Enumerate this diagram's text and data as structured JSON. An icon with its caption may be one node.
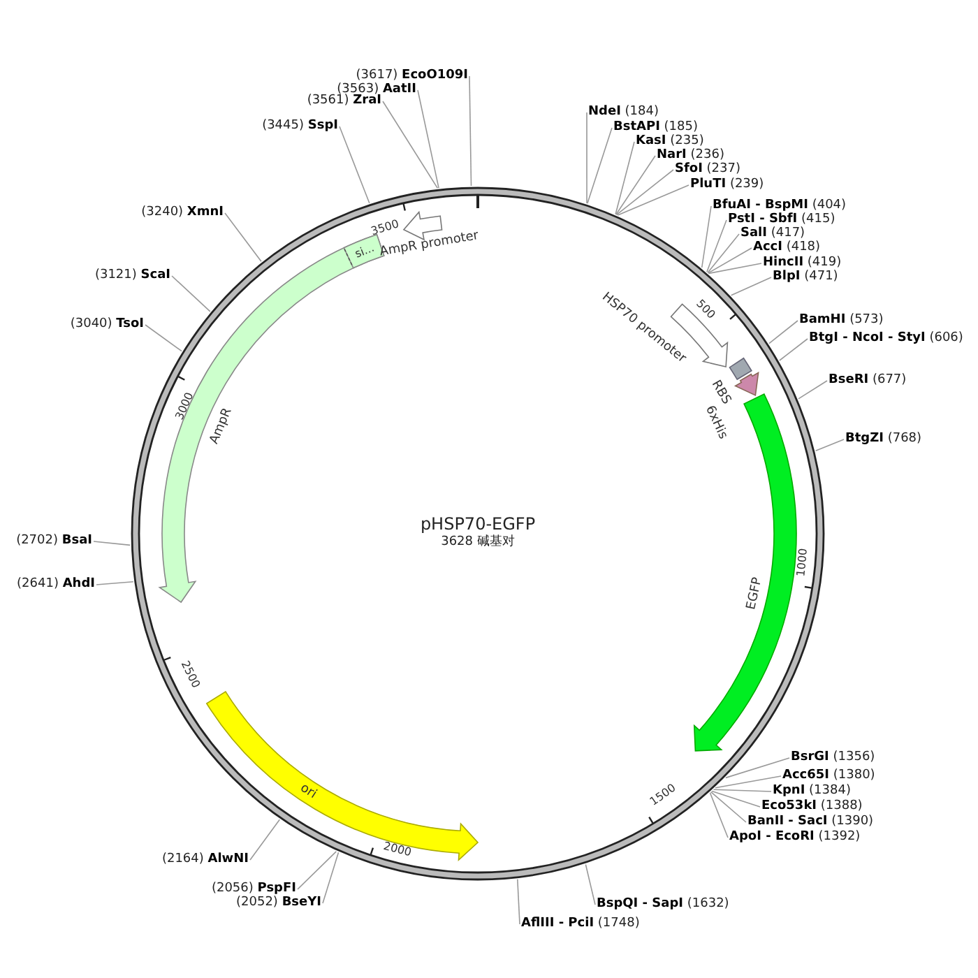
{
  "diagram": {
    "title": "pHSP70-EGFP",
    "nodes": [
      {
        "text": [
          "**NdeI** (184)"
        ]
      },
      {
        "text": [
          "**BstAPI** (185)"
        ]
      },
      {
        "text": [
          "**KasI** (235)"
        ]
      },
      {
        "text": [
          "**NarI** (236)"
        ]
      },
      {
        "text": [
          "**SfoI** (237)"
        ]
      },
      {
        "text": [
          "**PluTI** (239)"
        ]
      },
      {
        "text": [
          "**BfuAI - BspMI** (404)"
        ]
      },
      {
        "text": [
          "**PstI - SbfI** (415)"
        ]
      },
      {
        "text": [
          "**SalI** (417)"
        ]
      },
      {
        "text": [
          "**AccI** (418)"
        ]
      },
      {
        "text": [
          "**HincII** (419)"
        ]
      },
      {
        "text": [
          "**BlpI** (471)"
        ]
      },
      {
        "text": [
          "**BamHI** (573)"
        ]
      },
      {
        "text": [
          "**BtgI - NcoI - StyI** (606)"
        ]
      },
      {
        "text": [
          "**BseRI** (677)"
        ]
      },
      {
        "text": [
          "**BtgZI** (768)"
        ]
      },
      {
        "text": [
          "**BsrGI** (1356)"
        ]
      },
      {
        "text": [
          "**Acc65I** (1380)"
        ]
      },
      {
        "text": [
          "**KpnI** (1384)"
        ]
      },
      {
        "text": [
          "**Eco53kI** (1388)"
        ]
      },
      {
        "text": [
          "**BanII - SacI** (1390)"
        ]
      },
      {
        "text": [
          "**ApoI - EcoRI** (1392)"
        ]
      },
      {
        "text": [
          "**BspQI - SapI** (1632)"
        ]
      },
      {
        "text": [
          "**AflIII - PciI** (1748)"
        ]
      },
      {
        "text": [
          "(2052) **BseYI**"
        ]
      },
      {
        "text": [
          "(2056) **PspFI**"
        ]
      },
      {
        "text": [
          "(2164) **AlwNI**"
        ]
      },
      {
        "text": [
          "(2641) **AhdI**"
        ]
      },
      {
        "text": [
          "(2702) **BsaI**"
        ]
      },
      {
        "text": [
          "(3040) **TsoI**"
        ]
      },
      {
        "text": [
          "(3121) **ScaI**"
        ]
      },
      {
        "text": [
          "(3240) **XmnI**"
        ]
      },
      {
        "text": [
          "(3445) **SspI**"
        ]
      },
      {
        "text": [
          "(3561) **ZraI**"
        ]
      },
      {
        "text": [
          "(3563) **AatII**"
        ]
      },
      {
        "text": [
          "(3617) **EcoO109I**"
        ]
      },
      {
        "text": [
          "AmpR"
        ]
      },
      {
        "text": [
          "si..."
        ],
        "in": 36
      },
      {
        "text": [
          "AmpR promoter"
        ]
      },
      {
        "text": [
          "HSP70 promoter"
        ]
      },
      {
        "text": [
          "RBS"
        ]
      },
      {
        "text": [
          "6xHis"
        ]
      },
      {
        "text": [
          "EGFP"
        ]
      },
      {
        "text": [
          "ori"
        ]
      }
    ],
    "edges": [
      {
        "from": 0,
        "to": null,
        "arrow": "none"
      },
      {
        "from": 1,
        "to": null,
        "arrow": "none"
      },
      {
        "from": 2,
        "to": null,
        "arrow": "none"
      },
      {
        "from": 3,
        "to": null,
        "arrow": "none"
      },
      {
        "from": 4,
        "to": null,
        "arrow": "none"
      },
      {
        "from": 5,
        "to": null,
        "arrow": "none"
      },
      {
        "from": 6,
        "to": null,
        "arrow": "none"
      },
      {
        "from": 7,
        "to": null,
        "arrow": "none"
      },
      {
        "from": 8,
        "to": null,
        "arrow": "none"
      },
      {
        "from": 9,
        "to": null,
        "arrow": "none"
      },
      {
        "from": 10,
        "to": null,
        "arrow": "none"
      },
      {
        "from": 11,
        "to": null,
        "arrow": "none"
      },
      {
        "from": 12,
        "to": null,
        "arrow": "none"
      },
      {
        "from": 13,
        "to": null,
        "arrow": "none"
      },
      {
        "from": 14,
        "to": null,
        "arrow": "none"
      },
      {
        "from": 15,
        "to": null,
        "arrow": "none"
      },
      {
        "from": 16,
        "to": null,
        "arrow": "none"
      },
      {
        "from": 17,
        "to": null,
        "arrow": "none"
      },
      {
        "from": 18,
        "to": null,
        "arrow": "none"
      },
      {
        "from": 19,
        "to": null,
        "arrow": "none"
      },
      {
        "from": 20,
        "to": null,
        "arrow": "none"
      },
      {
        "from": 21,
        "to": null,
        "arrow": "none"
      },
      {
        "from": 22,
        "to": null,
        "arrow": "none"
      },
      {
        "from": 23,
        "to": null,
        "arrow": "none"
      },
      {
        "from": 24,
        "to": null,
        "arrow": "none"
      },
      {
        "from": 25,
        "to": null,
        "arrow": "none"
      },
      {
        "from": 26,
        "to": null,
        "arrow": "none"
      },
      {
        "from": 27,
        "to": null,
        "arrow": "none"
      },
      {
        "from": 28,
        "to": null,
        "arrow": "none"
      },
      {
        "from": 29,
        "to": null,
        "arrow": "none"
      },
      {
        "from": 30,
        "to": null,
        "arrow": "none"
      },
      {
        "from": 31,
        "to": null,
        "arrow": "none"
      },
      {
        "from": 32,
        "to": null,
        "arrow": "none"
      },
      {
        "from": 33,
        "to": null,
        "arrow": "none"
      },
      {
        "from": 34,
        "to": null,
        "arrow": "none"
      },
      {
        "from": 35,
        "to": null,
        "arrow": "none"
      }
    ],
    "labels": [
      "3628 碱基对",
      "500",
      "1000",
      "1500",
      "2000",
      "2500",
      "3000",
      "3500"
    ]
  }
}
